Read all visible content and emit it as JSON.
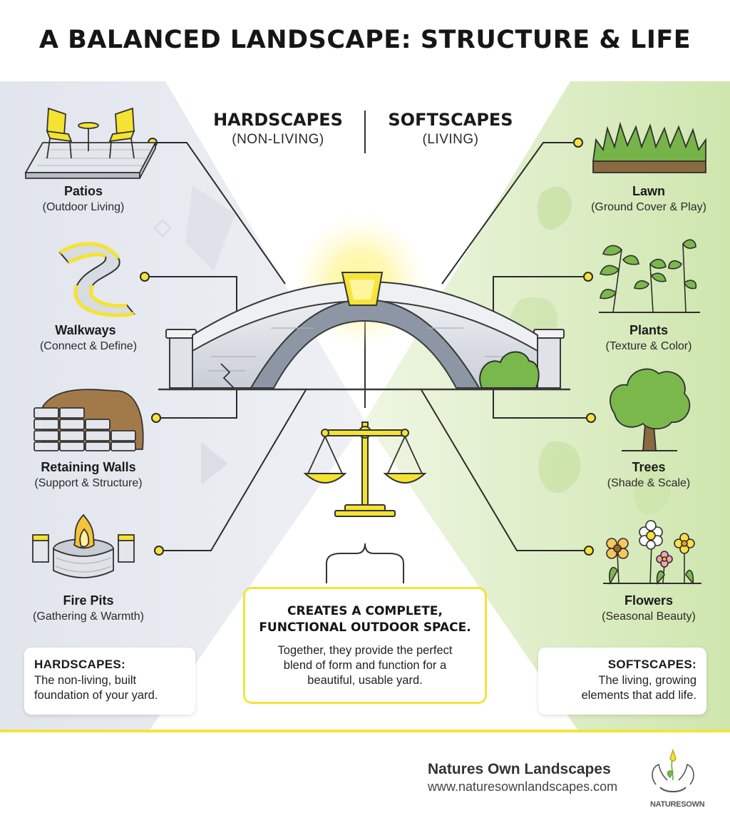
{
  "title": "A BALANCED LANDSCAPE: STRUCTURE & LIFE",
  "hardscapes": {
    "heading": "HARDSCAPES",
    "subheading": "(NON-LIVING)",
    "items": [
      {
        "title": "Patios",
        "subtitle": "(Outdoor Living)",
        "icon": "patio-icon"
      },
      {
        "title": "Walkways",
        "subtitle": "(Connect & Define)",
        "icon": "walkway-icon"
      },
      {
        "title": "Retaining Walls",
        "subtitle": "(Support & Structure)",
        "icon": "retaining-wall-icon"
      },
      {
        "title": "Fire Pits",
        "subtitle": "(Gathering & Warmth)",
        "icon": "fire-pit-icon"
      }
    ],
    "summary_title": "HARDSCAPES:",
    "summary_lines": [
      "The non-living, built",
      "foundation of your yard."
    ]
  },
  "softscapes": {
    "heading": "SOFTSCAPES",
    "subheading": "(LIVING)",
    "items": [
      {
        "title": "Lawn",
        "subtitle": "(Ground Cover & Play)",
        "icon": "lawn-icon"
      },
      {
        "title": "Plants",
        "subtitle": "(Texture & Color)",
        "icon": "plants-icon"
      },
      {
        "title": "Trees",
        "subtitle": "(Shade & Scale)",
        "icon": "tree-icon"
      },
      {
        "title": "Flowers",
        "subtitle": "(Seasonal Beauty)",
        "icon": "flowers-icon"
      }
    ],
    "summary_title": "SOFTSCAPES:",
    "summary_lines": [
      "The living, growing",
      "elements that add life."
    ]
  },
  "center": {
    "title_lines": [
      "CREATES A COMPLETE,",
      "FUNCTIONAL OUTDOOR SPACE."
    ],
    "text_lines": [
      "Together, they provide the perfect",
      "blend of form and function for a",
      "beautiful, usable yard."
    ],
    "icons": [
      "bridge-icon",
      "keystone-icon",
      "balance-scale-icon",
      "brace-icon"
    ]
  },
  "footer": {
    "brand": "Natures Own Landscapes",
    "url": "www.naturesownlandscapes.com",
    "logo_text": "NATURESOWN",
    "logo_icon": "hands-flower-logo-icon"
  },
  "colors": {
    "accent_yellow": "#f5e332",
    "hardscape_gray": "#dfe3ea",
    "softscape_green": "#d6e9b8",
    "footer_line": "#f2e43a"
  }
}
